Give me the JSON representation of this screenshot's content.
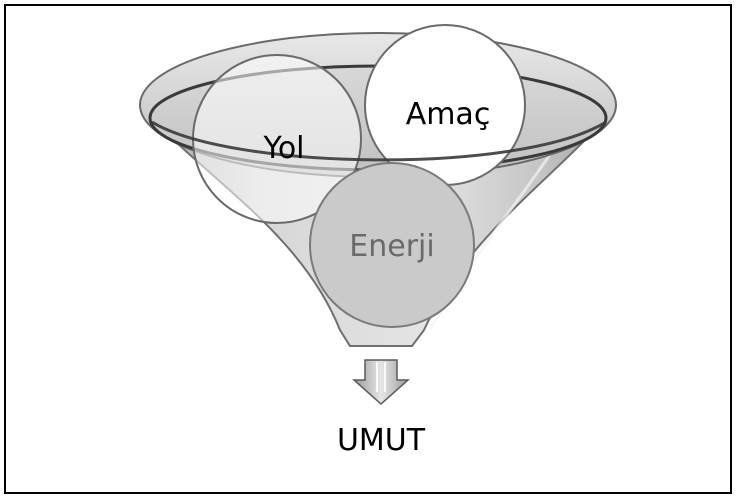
{
  "diagram": {
    "items": {
      "yol": "Yol",
      "amac": "Amaç",
      "enerji": "Enerji"
    },
    "result": "UMUT"
  },
  "colors": {
    "funnel_fill": "#cfcfcf",
    "funnel_dark": "#9a9a9a",
    "circle_fill": "#ffffff",
    "enerji_fill": "#cccccc",
    "enerji_text": "#666666",
    "text": "#000000"
  }
}
